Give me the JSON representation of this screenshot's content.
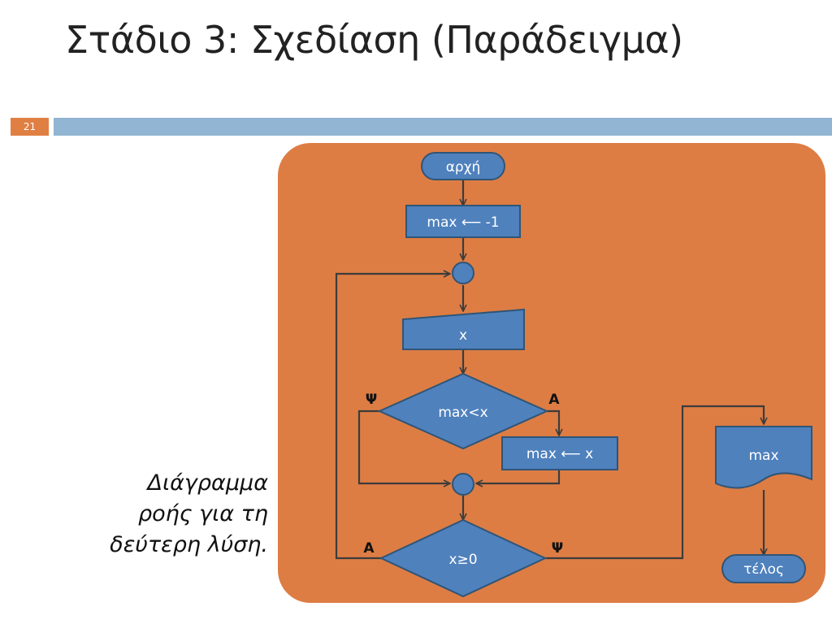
{
  "slide": {
    "title": "Στάδιο 3: Σχεδίαση (Παράδειγμα)",
    "page_number": "21",
    "caption_lines": [
      "Διάγραμμα",
      "ροής για τη",
      "δεύτερη λύση."
    ]
  },
  "flowchart": {
    "start": "αρχή",
    "init": "max ⟵ -1",
    "input": "x",
    "cond1": "max<x",
    "cond1_no": "Ψ",
    "cond1_yes": "Α",
    "assign": "max ⟵ x",
    "cond2": "x≥0",
    "cond2_yes": "Α",
    "cond2_no": "Ψ",
    "output": "max",
    "end": "τέλος"
  },
  "colors": {
    "panel": "#dd7d44",
    "node_fill": "#4f81bd",
    "node_stroke": "#2f5577",
    "line": "#3c3c3c",
    "accent_box": "#e07f42",
    "accent_bar": "#91b5d2"
  }
}
